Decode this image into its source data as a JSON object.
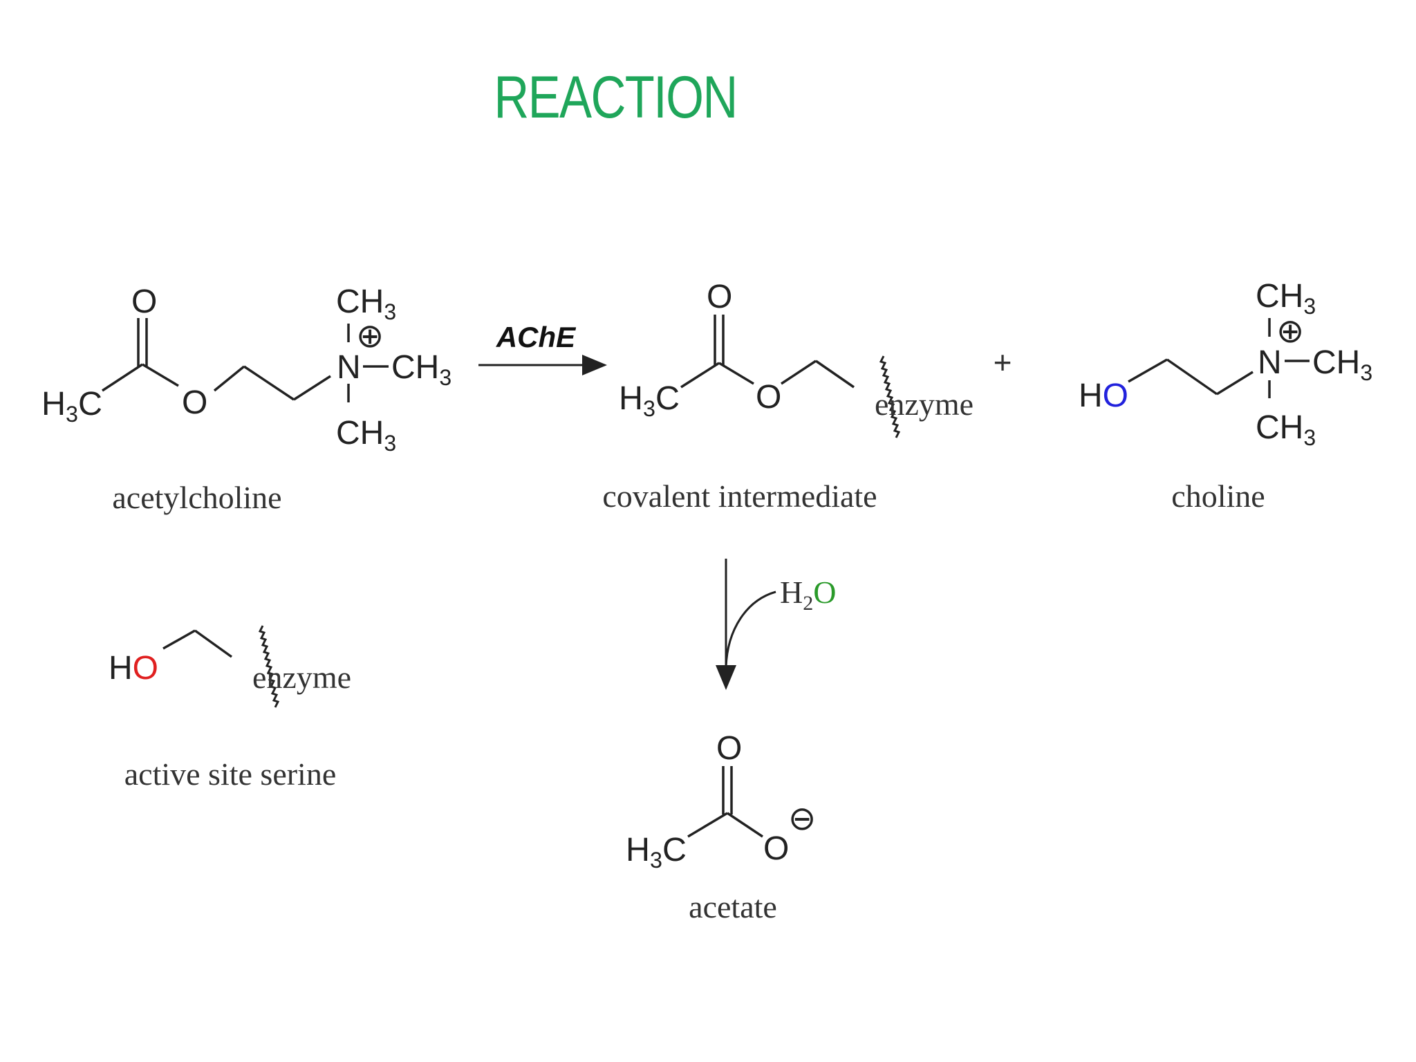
{
  "slide": {
    "title": "REACTION",
    "title_color": "#1fa65a"
  },
  "enzyme_label": "AChE",
  "molecules": {
    "acetylcholine": {
      "name": "acetylcholine",
      "atoms": {
        "O_carbonyl": "O",
        "O_ester": "O",
        "N": "N",
        "charge": "⊕"
      },
      "groups": {
        "H3C": [
          "H",
          "3",
          "C"
        ],
        "CH3": [
          "CH",
          "3"
        ]
      }
    },
    "covalent_intermediate": {
      "name": "covalent intermediate",
      "enzyme": "enzyme",
      "atoms": {
        "O_carbonyl": "O",
        "O_ester": "O"
      }
    },
    "choline": {
      "name": "choline",
      "atoms": {
        "H": "H",
        "O": "O",
        "N": "N",
        "charge": "⊕"
      }
    },
    "active_site_serine": {
      "name": "active site serine",
      "enzyme": "enzyme",
      "atoms": {
        "H": "H",
        "O": "O"
      }
    },
    "acetate": {
      "name": "acetate",
      "atoms": {
        "O_carbonyl": "O",
        "O_anion": "O",
        "charge": "⊖"
      }
    }
  },
  "plus_sign": "+",
  "water": {
    "H": "H",
    "sub": "2",
    "O": "O"
  },
  "colors": {
    "ester_oxygen_acetylcholine": "#2222dd",
    "ester_oxygen_intermediate": "#e02020",
    "hydroxyl_oxygen_choline": "#2222dd",
    "hydroxyl_oxygen_serine": "#e02020",
    "water_oxygen": "#2a9a2a",
    "acetate_oxygen": "#1a8a1a"
  }
}
